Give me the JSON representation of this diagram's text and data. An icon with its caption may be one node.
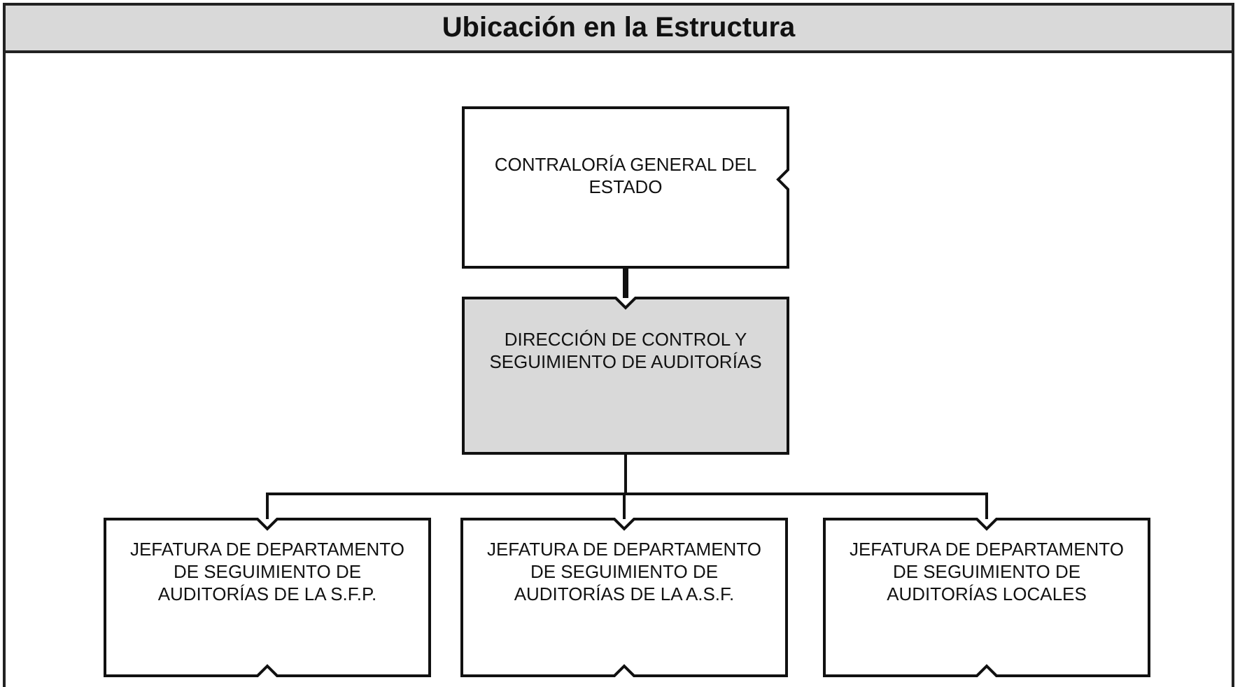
{
  "diagram": {
    "title": "Ubicación en la Estructura",
    "nodes": [
      {
        "text": [
          "CONTRALORÍA GENERAL DEL ESTADO"
        ]
      },
      {
        "text": [
          "DIRECCIÓN DE CONTROL Y SEGUIMIENTO DE AUDITORÍAS"
        ]
      },
      {
        "text": [
          "JEFATURA DE DEPARTAMENTO DE SEGUIMIENTO DE AUDITORÍAS DE LA S.F.P."
        ]
      },
      {
        "text": [
          "JEFATURA DE DEPARTAMENTO DE SEGUIMIENTO DE AUDITORÍAS DE LA A.S.F."
        ]
      },
      {
        "text": [
          "JEFATURA DE DEPARTAMENTO DE SEGUIMIENTO DE AUDITORÍAS LOCALES"
        ]
      }
    ],
    "edges": [
      {
        "from": 0,
        "to": 1,
        "arrow": "none",
        "style": "thick"
      },
      {
        "from": 1,
        "to": 2,
        "arrow": "none"
      },
      {
        "from": 1,
        "to": 3,
        "arrow": "none"
      },
      {
        "from": 1,
        "to": 4,
        "arrow": "none"
      }
    ]
  }
}
